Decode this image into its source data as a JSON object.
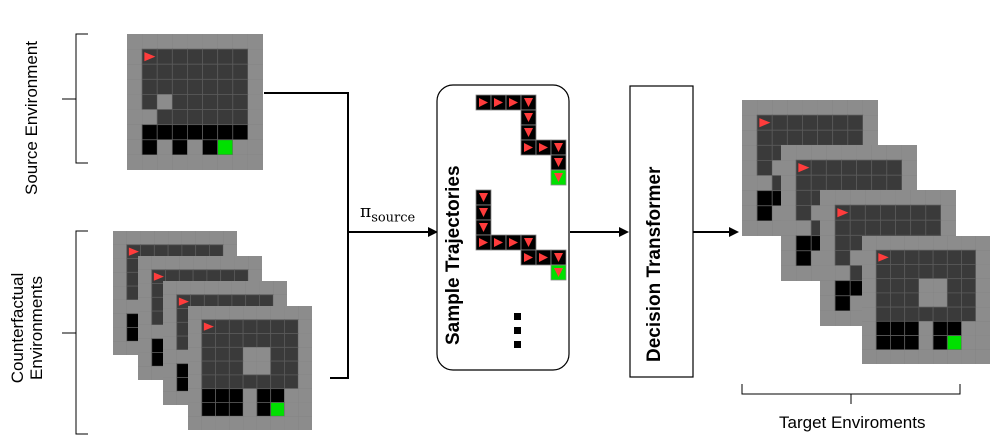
{
  "labels": {
    "source_environment": "Source Environment",
    "counterfactual_line1": "Counterfactual",
    "counterfactual_line2": "Environments",
    "target_environments": "Target Enviroments",
    "policy_symbol": "π",
    "policy_subscript": "source",
    "sample_trajectories": "Sample Trajectories",
    "decision_transformer": "Decision Transformer"
  },
  "colors": {
    "wall": "#8c8c8c",
    "floor": "#3a3a3a",
    "grid_line": "#5a5a5a",
    "lava": "#000000",
    "goal": "#00e000",
    "agent": "#ff3c3c",
    "outer_frame": "#6e6e6e"
  },
  "icons": {
    "agent": "red-triangle-arrow",
    "goal": "green-square",
    "ellipsis": "vertical-dots"
  }
}
